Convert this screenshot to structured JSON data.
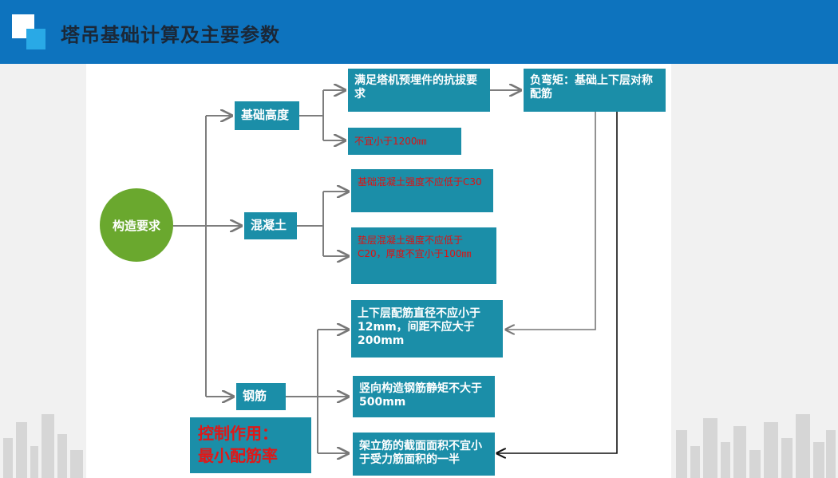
{
  "header": {
    "title": "塔吊基础计算及主要参数"
  },
  "diagram": {
    "root": "构造要求",
    "categories": {
      "height": "基础高度",
      "concrete": "混凝土",
      "rebar": "钢筋"
    },
    "nodes": {
      "uplift": "满足塔机预埋件的抗拔要求",
      "moment": "负弯矩：基础上下层对称配筋",
      "min_height": "不宜小于1200㎜",
      "c30": "基础混凝土强度不应低于C30",
      "c20": "垫层混凝土强度不应低于C20，厚度不宜小于100㎜",
      "bar_dia": "上下层配筋直径不应小于12mm，间距不应大于200mm",
      "vert_bar": "竖向构造钢筋静矩不大于500mm",
      "stand_bar": "架立筋的截面面积不宜小于受力筋面积的一半"
    },
    "note": {
      "line1": "控制作用：",
      "line2": "最小配筋率"
    }
  },
  "colors": {
    "header": "#0d73be",
    "box": "#1b8ea8",
    "root": "#6aa82e",
    "red_text": "#e01010"
  }
}
